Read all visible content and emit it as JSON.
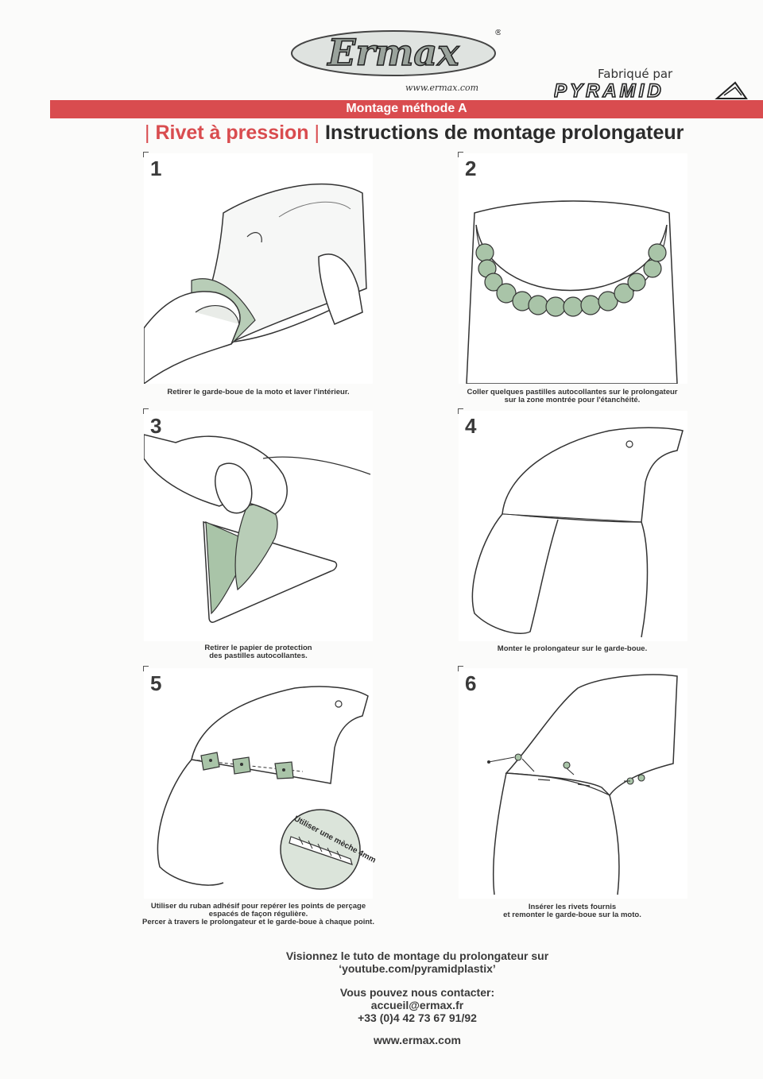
{
  "header": {
    "logo_url": "www.ermax.com",
    "made_by": "Fabriqué par",
    "ribbon": "Montage méthode A",
    "title_highlight": "Rivet à pression",
    "title_rest": "Instructions de montage prolongateur"
  },
  "steps": [
    {
      "number": "1",
      "caption": [
        "Retirer le garde-boue de la moto et laver l'intérieur."
      ]
    },
    {
      "number": "2",
      "caption": [
        "Coller quelques pastilles autocollantes sur le prolongateur",
        "sur la zone montrée pour l'étanchéité."
      ]
    },
    {
      "number": "3",
      "caption": [
        "Retirer le papier de protection",
        "des pastilles autocollantes."
      ]
    },
    {
      "number": "4",
      "caption": [
        "Monter le prolongateur sur le garde-boue."
      ]
    },
    {
      "number": "5",
      "caption": [
        "Utiliser du ruban adhésif pour repérer les points de perçage",
        "espacés de façon régulière.",
        "Percer à travers le prolongateur et le garde-boue à chaque point."
      ],
      "callout": "Utiliser une mèche 4mm"
    },
    {
      "number": "6",
      "caption": [
        "Insérer les rivets fournis",
        "et remonter le garde-boue sur la moto."
      ]
    }
  ],
  "footer": {
    "tutorial_line1": "Visionnez le tuto de montage du prolongateur sur",
    "tutorial_line2": "‘youtube.com/pyramidplastix’",
    "contact_heading": "Vous pouvez nous contacter:",
    "email": "accueil@ermax.fr",
    "phone": "+33 (0)4 42 73 67 91/92",
    "website": "www.ermax.com"
  },
  "colors": {
    "accent": "#d94c4f",
    "green": "#a9c4a8"
  }
}
